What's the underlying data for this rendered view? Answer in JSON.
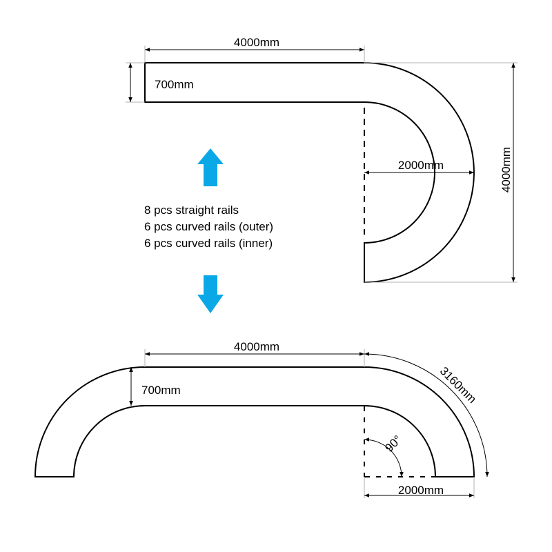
{
  "top_layout": {
    "width_label": "4000mm",
    "thickness_label": "700mm",
    "radius_label": "2000mm",
    "height_label": "4000mm"
  },
  "parts_list": {
    "line1": "8 pcs straight rails",
    "line2": "6 pcs curved rails (outer)",
    "line3": "6 pcs curved rails (inner)"
  },
  "bottom_layout": {
    "width_label": "4000mm",
    "thickness_label": "700mm",
    "arc_length_label": "3160mm",
    "angle_label": "90°",
    "radius_label": "2000mm"
  },
  "colors": {
    "arrow": "#0aa8e6",
    "outline": "#000000",
    "dimension_extension": "#b0b0b0"
  },
  "icons": {
    "up": "arrow-up-icon",
    "down": "arrow-down-icon"
  }
}
